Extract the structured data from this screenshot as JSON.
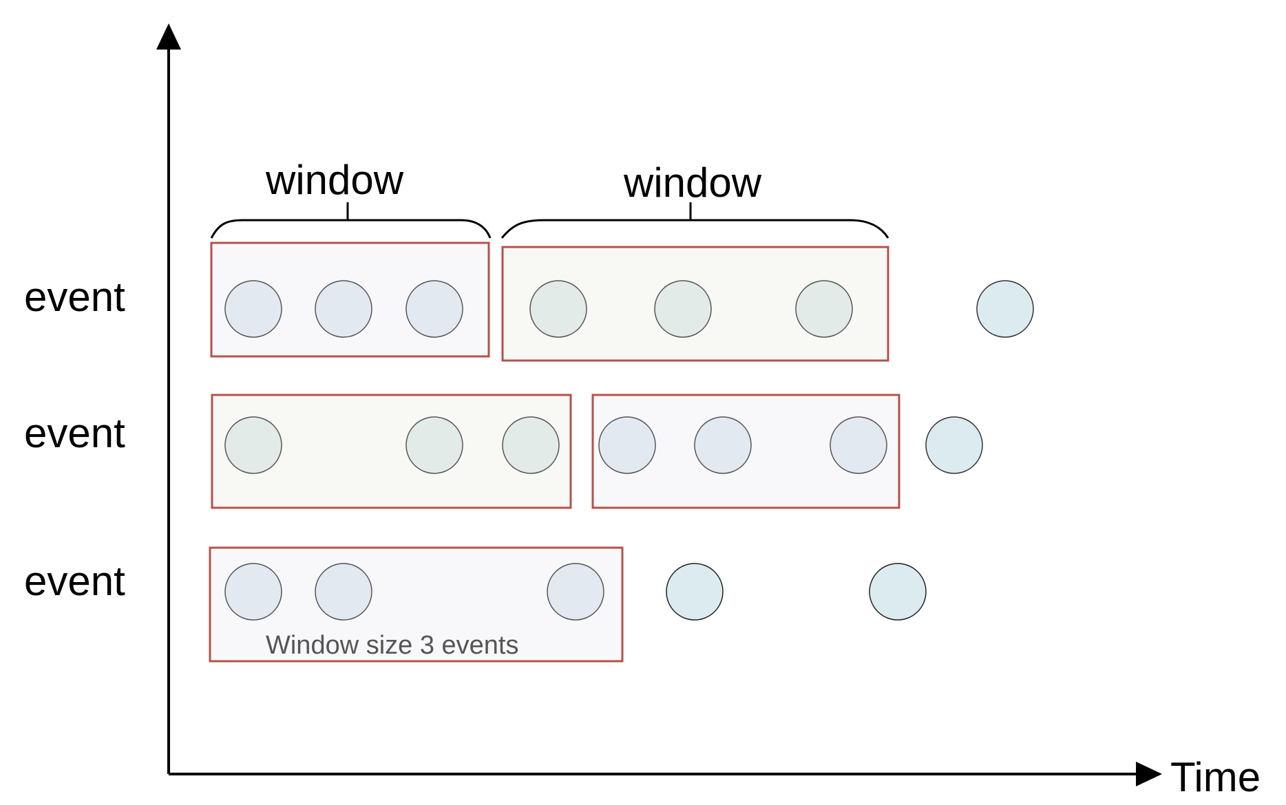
{
  "row_labels": [
    "event",
    "event",
    "event"
  ],
  "axis": {
    "x_label": "Time"
  },
  "brace_labels": [
    "window",
    "window"
  ],
  "caption": "Window size 3 events",
  "colors": {
    "axis": "#000000",
    "window_border": "#b5524a",
    "window_fill_a": "#f8f8fb",
    "window_fill_b": "#f8f9f5",
    "event_in_a": "#e3e9f1",
    "event_in_b": "#e3ebe8",
    "event_outside": "#dcebf0",
    "event_stroke": "#555555"
  }
}
